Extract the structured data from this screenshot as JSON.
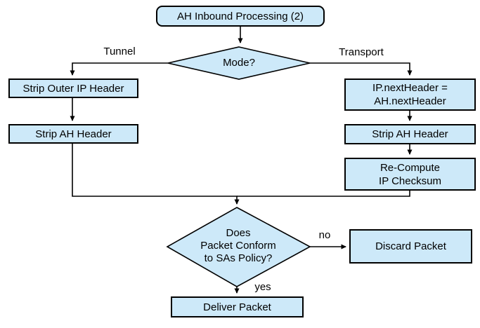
{
  "diagram": {
    "title": "AH Inbound Processing (2)",
    "type": "flowchart",
    "colors": {
      "node_fill": "#cde9f9",
      "node_border": "#000000",
      "connector": "#000000",
      "background": "#ffffff",
      "text": "#000000"
    },
    "nodes": {
      "start": {
        "label": "AH Inbound Processing (2)",
        "shape": "rounded-rectangle"
      },
      "mode_decision": {
        "label": "Mode?",
        "shape": "diamond"
      },
      "strip_outer_ip": {
        "label": "Strip Outer IP Header",
        "shape": "rectangle"
      },
      "strip_ah_left": {
        "label": "Strip AH Header",
        "shape": "rectangle"
      },
      "ip_next_header": {
        "line1": "IP.nextHeader =",
        "line2": "AH.nextHeader",
        "shape": "rectangle"
      },
      "strip_ah_right": {
        "label": "Strip AH Header",
        "shape": "rectangle"
      },
      "recompute_checksum": {
        "line1": "Re-Compute",
        "line2": "IP Checksum",
        "shape": "rectangle"
      },
      "policy_decision": {
        "line1": "Does",
        "line2": "Packet Conform",
        "line3": "to SAs Policy?",
        "shape": "diamond"
      },
      "discard_packet": {
        "label": "Discard Packet",
        "shape": "rectangle"
      },
      "deliver_packet": {
        "label": "Deliver Packet",
        "shape": "rectangle"
      }
    },
    "edge_labels": {
      "tunnel": "Tunnel",
      "transport": "Transport",
      "no": "no",
      "yes": "yes"
    },
    "edges": [
      {
        "from": "start",
        "to": "mode_decision",
        "label": ""
      },
      {
        "from": "mode_decision",
        "to": "strip_outer_ip",
        "label": "Tunnel"
      },
      {
        "from": "mode_decision",
        "to": "ip_next_header",
        "label": "Transport"
      },
      {
        "from": "strip_outer_ip",
        "to": "strip_ah_left",
        "label": ""
      },
      {
        "from": "ip_next_header",
        "to": "strip_ah_right",
        "label": ""
      },
      {
        "from": "strip_ah_right",
        "to": "recompute_checksum",
        "label": ""
      },
      {
        "from": "strip_ah_left",
        "to": "policy_decision",
        "label": ""
      },
      {
        "from": "recompute_checksum",
        "to": "policy_decision",
        "label": ""
      },
      {
        "from": "policy_decision",
        "to": "discard_packet",
        "label": "no"
      },
      {
        "from": "policy_decision",
        "to": "deliver_packet",
        "label": "yes"
      }
    ]
  }
}
